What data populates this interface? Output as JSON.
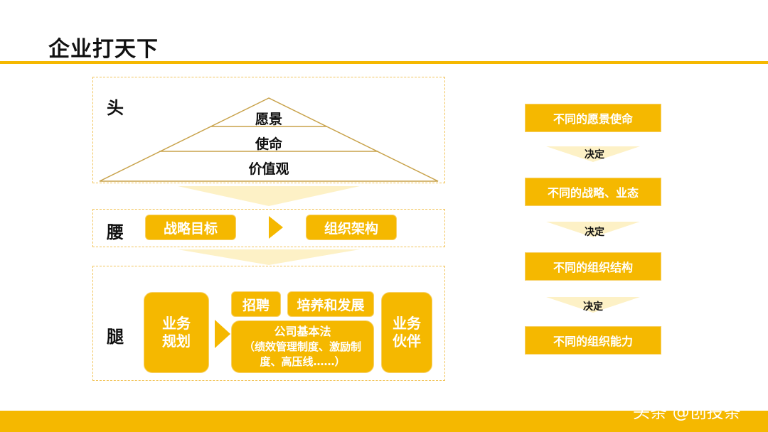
{
  "title": "企业打天下",
  "head": {
    "label": "头",
    "pyramid": [
      "愿景",
      "使命",
      "价值观"
    ]
  },
  "waist": {
    "label": "腰",
    "items": [
      "战略目标",
      "组织架构"
    ]
  },
  "legs": {
    "label": "腿",
    "left": "业务\n规划",
    "top_items": [
      "招聘",
      "培养和发展"
    ],
    "center_title": "公司基本法",
    "center_detail": "（绩效管理制度、激励制度、高压线……）",
    "right": "业务\n伙伴"
  },
  "flow": {
    "boxes": [
      "不同的愿景使命",
      "不同的战略、业态",
      "不同的组织结构",
      "不同的组织能力"
    ],
    "connector": "决定"
  },
  "watermark": "头条 @创投条",
  "colors": {
    "accent": "#f5b800",
    "dashed": "#f2c45a",
    "fade": "#fdf1c6"
  }
}
